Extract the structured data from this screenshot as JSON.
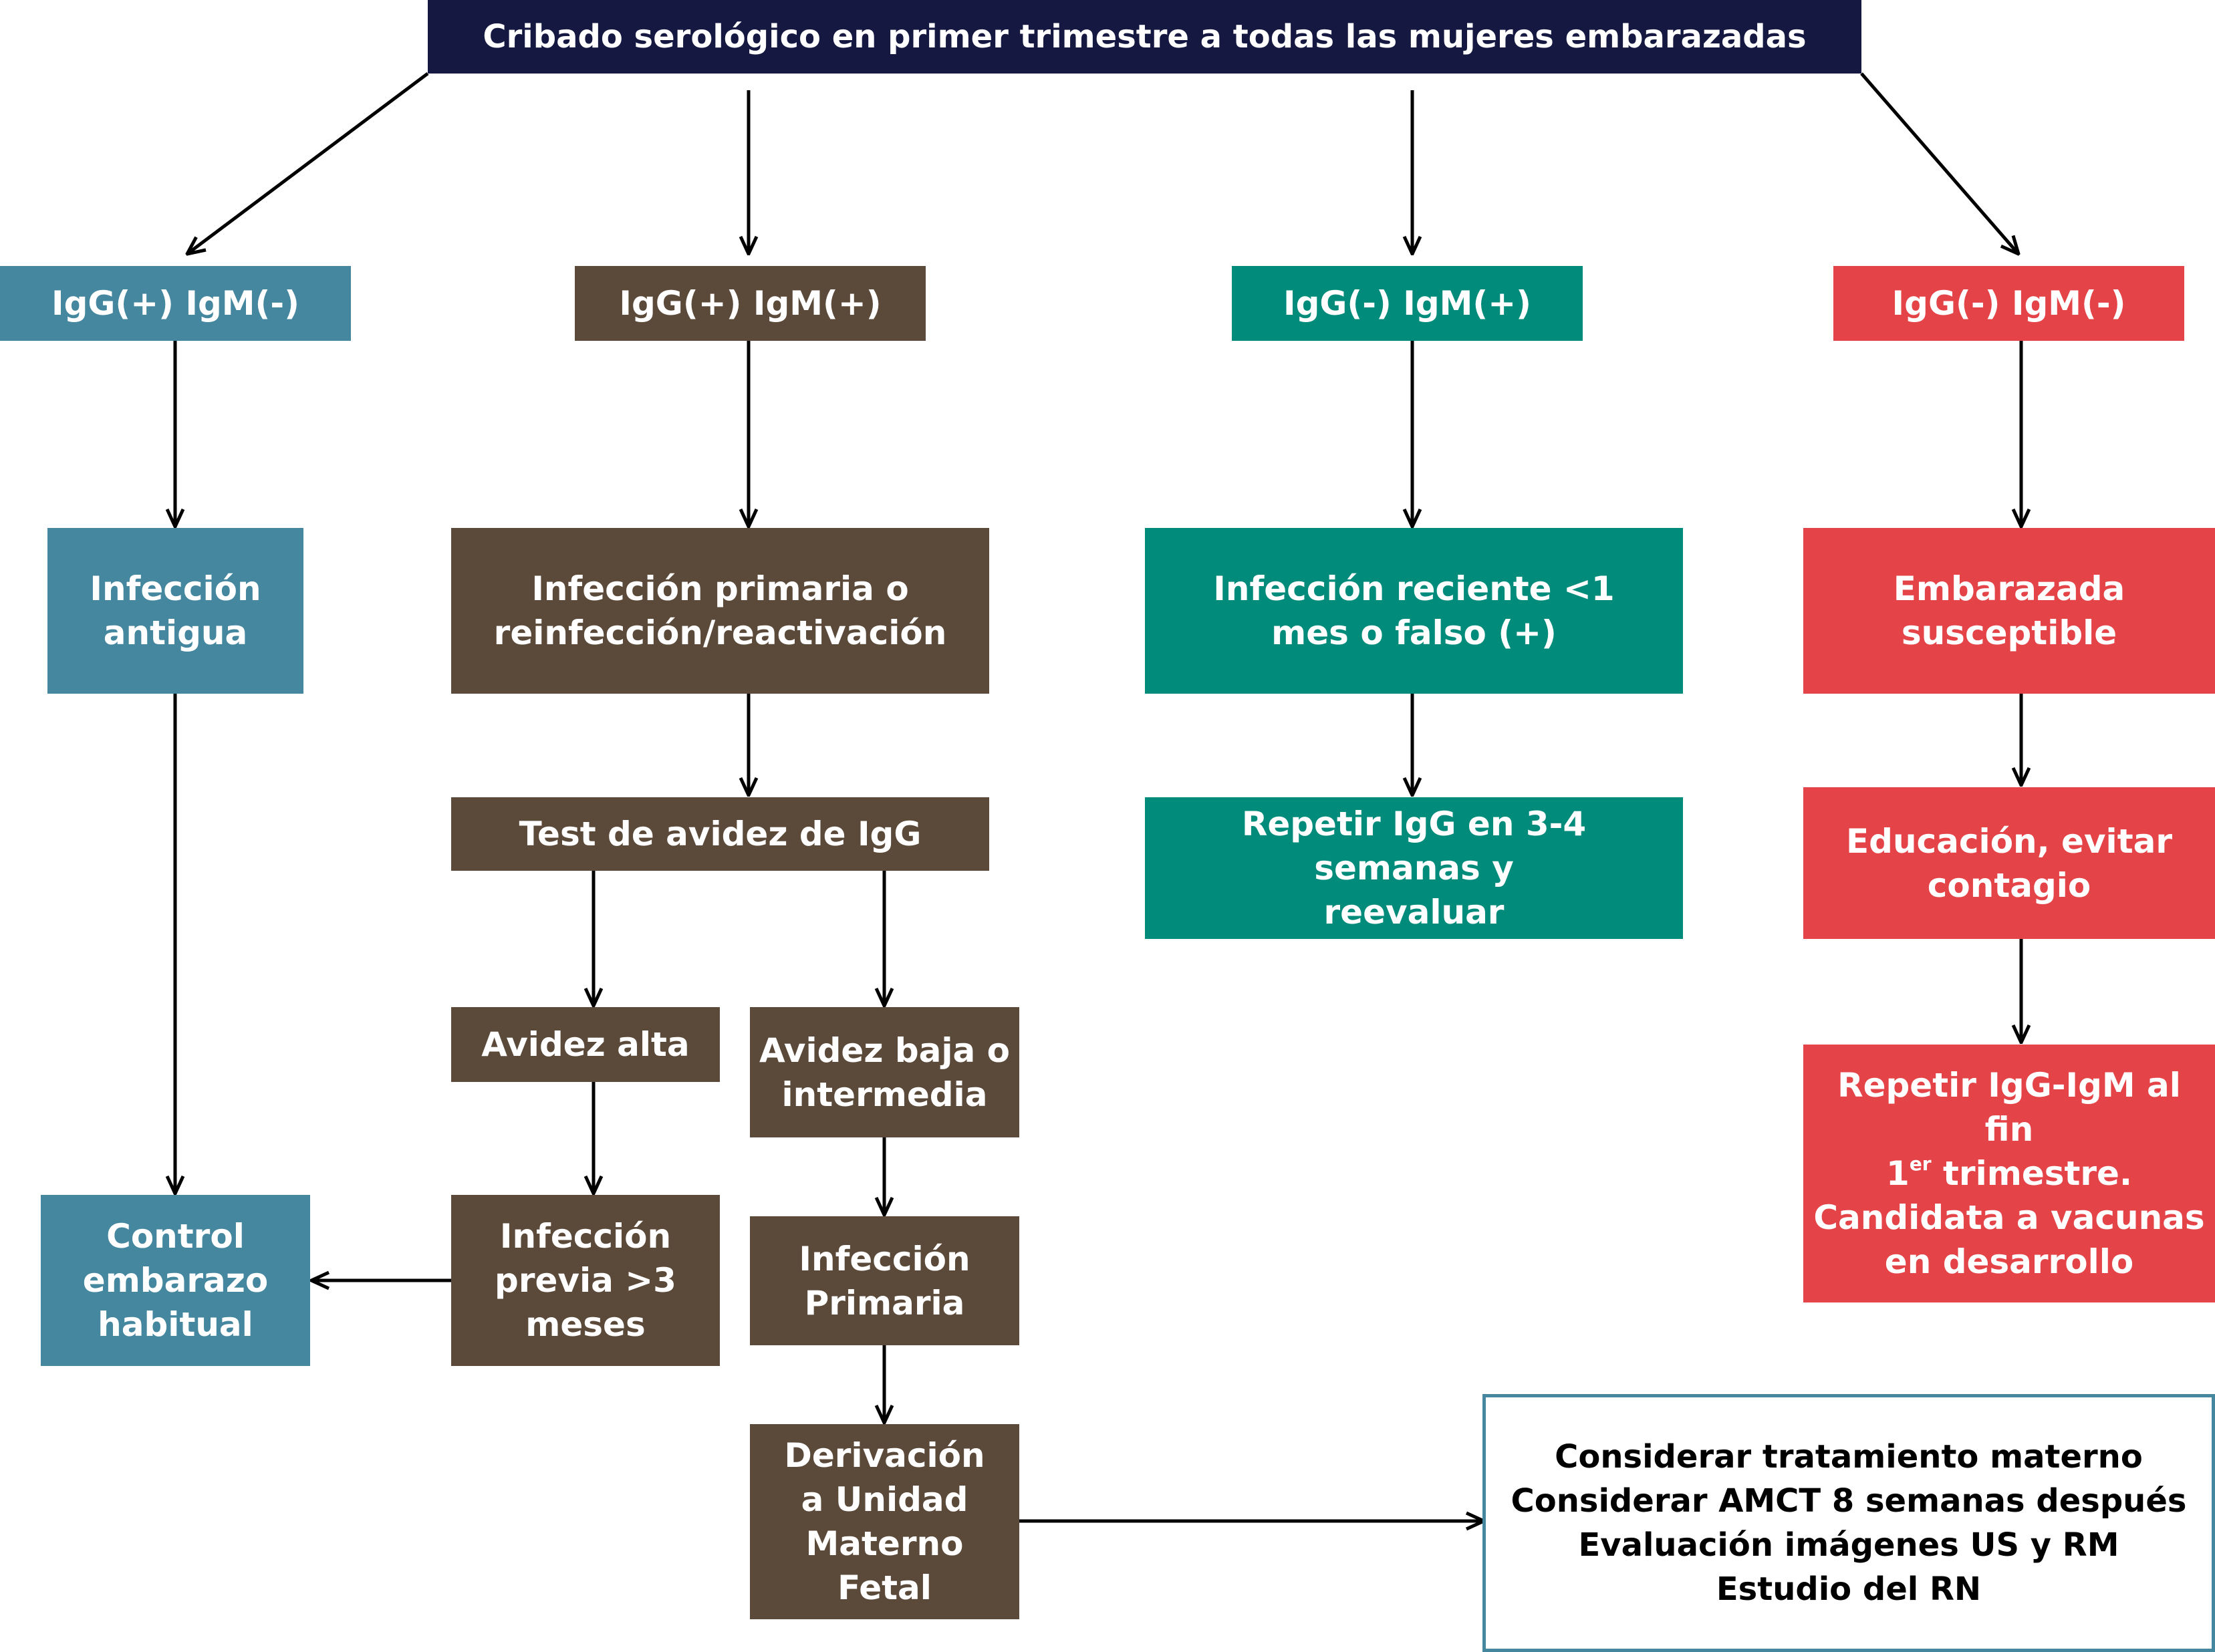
{
  "diagram": {
    "title": "Cribado serológico en primer trimestre a todas las mujeres embarazadas",
    "branches": {
      "igg_pos_igm_neg": {
        "label": "IgG(+) IgM(-)",
        "result": "Infección\nantigua",
        "outcome": "Control\nembarazo\nhabitual"
      },
      "igg_pos_igm_pos": {
        "label": "IgG(+) IgM(+)",
        "result": "Infección primaria o\nreinfección/reactivación",
        "avidity_test": "Test de avidez de IgG",
        "high_avidity": "Avidez alta",
        "previous_infection": "Infección\nprevia >3\nmeses",
        "low_avidity": "Avidez baja o\nintermedia",
        "primary_infection": "Infección\nPrimaria",
        "referral": "Derivación\na Unidad\nMaterno Fetal",
        "actions": "Considerar tratamiento materno\nConsiderar AMCT 8 semanas después\nEvaluación imágenes US y RM\nEstudio del RN"
      },
      "igg_neg_igm_pos": {
        "label": "IgG(-) IgM(+)",
        "result": "Infección reciente <1\nmes o falso (+)",
        "followup": "Repetir IgG en 3-4 semanas y\nreevaluar"
      },
      "igg_neg_igm_neg": {
        "label": "IgG(-) IgM(-)",
        "result": "Embarazada\nsusceptible",
        "education": "Educación, evitar\ncontagio",
        "repeat_line1": "Repetir IgG-IgM al fin",
        "repeat_num": "1",
        "repeat_sup": "er",
        "repeat_line2_rest": " trimestre.",
        "repeat_line3": "Candidata a vacunas\nen desarrollo"
      }
    }
  },
  "colors": {
    "title_bg": "#151840",
    "blue": "#44879f",
    "brown": "#5b4a3a",
    "teal": "#018b7a",
    "red": "#e44348"
  }
}
